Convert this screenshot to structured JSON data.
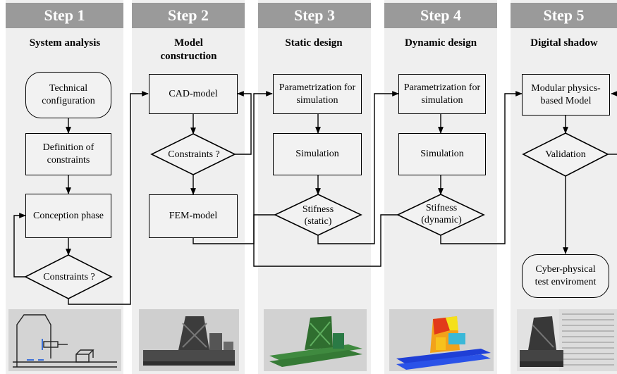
{
  "steps": [
    {
      "label": "Step 1",
      "subtitle": "System analysis"
    },
    {
      "label": "Step 2",
      "subtitle": "Model construction"
    },
    {
      "label": "Step 3",
      "subtitle": "Static design"
    },
    {
      "label": "Step 4",
      "subtitle": "Dynamic design"
    },
    {
      "label": "Step 5",
      "subtitle": "Digital shadow"
    }
  ],
  "nodes": {
    "tech_config": "Technical configuration",
    "def_constraints": "Definition of constraints",
    "conception": "Conception phase",
    "constraints1": "Constraints ?",
    "cad_model": "CAD-model",
    "constraints2": "Constraints ?",
    "fem_model": "FEM-model",
    "param3": "Parametrization for simulation",
    "sim3": "Simulation",
    "stiff_static": "Stifness (static)",
    "param4": "Parametrization for simulation",
    "sim4": "Simulation",
    "stiff_dynamic": "Stifness (dynamic)",
    "modular": "Modular physics-based Model",
    "validation": "Validation",
    "cyber": "Cyber-physical test enviroment"
  },
  "colors": {
    "header_bg": "#9a9a9a",
    "column_bg": "#efefef",
    "box_fill": "#f2f2f2",
    "line": "#000000"
  }
}
